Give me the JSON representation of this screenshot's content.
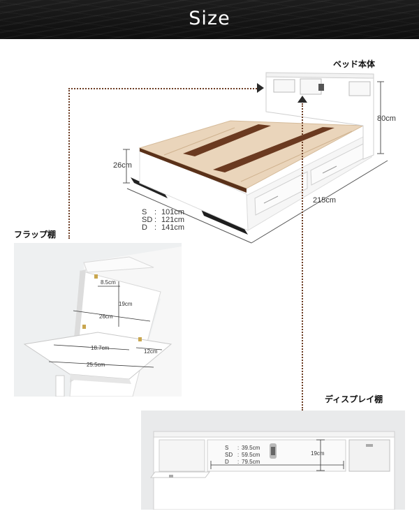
{
  "header": {
    "title": "Size"
  },
  "bed": {
    "label": "ベッド本体",
    "height_total": "80cm",
    "height_frame": "26cm",
    "length": "215cm",
    "widths": [
      {
        "size": "S",
        "sep": ":",
        "value": "101cm"
      },
      {
        "size": "SD",
        "sep": ":",
        "value": "121cm"
      },
      {
        "size": "D",
        "sep": ":",
        "value": "141cm"
      }
    ]
  },
  "flap_shelf": {
    "label": "フラップ棚",
    "dims": {
      "depth_top": "8.5cm",
      "height": "19cm",
      "width_back": "26cm",
      "depth_open": "12cm",
      "width_inner": "18.7cm",
      "width_front": "25.5cm"
    }
  },
  "display_shelf": {
    "label": "ディスプレイ棚",
    "height": "19cm",
    "widths": [
      {
        "size": "S",
        "sep": ":",
        "value": "39.5cm"
      },
      {
        "size": "SD",
        "sep": ":",
        "value": "59.5cm"
      },
      {
        "size": "D",
        "sep": ":",
        "value": "79.5cm"
      }
    ]
  },
  "colors": {
    "frame": "#ffffff",
    "slat": "#e8d3b8",
    "slat_stripe": "#6b3a20",
    "leader": "#6b3b22",
    "header_bg": "#141414"
  }
}
